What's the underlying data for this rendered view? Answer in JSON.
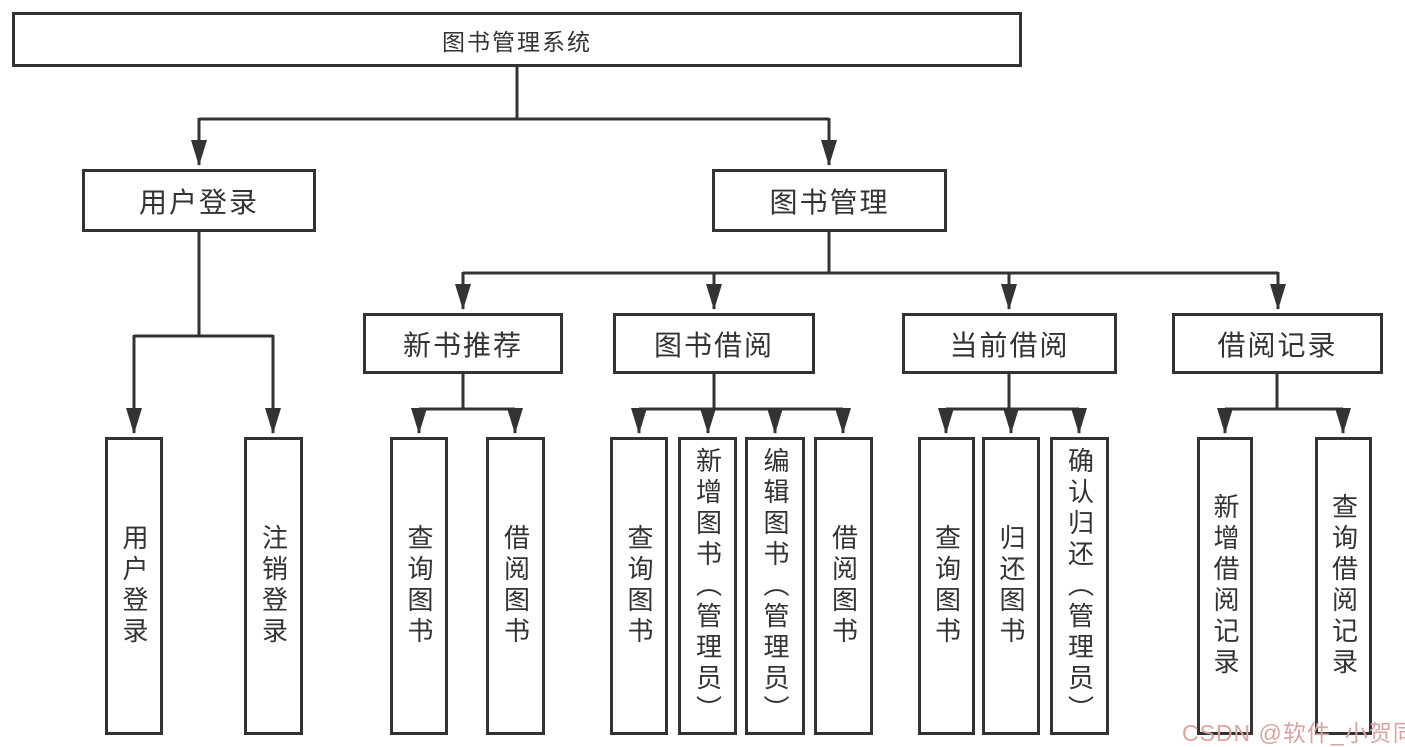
{
  "diagram": {
    "title": "图书管理系统",
    "root": {
      "label": "图书管理系统"
    },
    "level2": [
      {
        "label": "用户登录"
      },
      {
        "label": "图书管理"
      }
    ],
    "level3": [
      {
        "label": "新书推荐"
      },
      {
        "label": "图书借阅"
      },
      {
        "label": "当前借阅"
      },
      {
        "label": "借阅记录"
      }
    ],
    "leaves": {
      "user_login": [
        "用户登录",
        "注销登录"
      ],
      "new_books": [
        "查询图书",
        "借阅图书"
      ],
      "book_borrow": [
        "查询图书",
        "新增图书（管理员）",
        "编辑图书（管理员）",
        "借阅图书"
      ],
      "current_borrow": [
        "查询图书",
        "归还图书",
        "确认归还（管理员）"
      ],
      "borrow_records": [
        "新增借阅记录",
        "查询借阅记录"
      ]
    }
  },
  "watermark": {
    "text": "CSDN @软件_小贺同学",
    "color": "#d8a5a0"
  },
  "colors": {
    "line": "#333333",
    "box_border": "#333333",
    "box_fill": "#ffffff",
    "text": "#333333",
    "background": "#ffffff"
  }
}
